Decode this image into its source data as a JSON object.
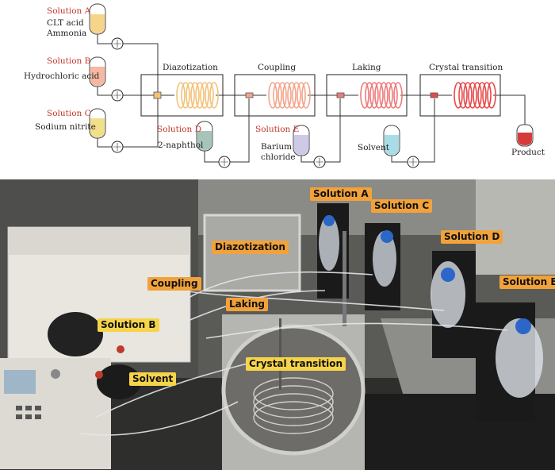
{
  "schematic": {
    "solutions": [
      {
        "name": "Solution A",
        "contents": [
          "CLT acid",
          "Ammonia"
        ],
        "fill": "#f6d48a"
      },
      {
        "name": "Solution B",
        "contents": [
          "Hydrochloric acid"
        ],
        "fill": "#f6b8a0"
      },
      {
        "name": "Solution C",
        "contents": [
          "Sodium nitrite"
        ],
        "fill": "#f2df8a"
      },
      {
        "name": "Solution D",
        "contents": [
          "2-naphthol"
        ],
        "fill": "#a7c4b8"
      },
      {
        "name": "Solution E",
        "contents": [
          "Barium",
          "chloride"
        ],
        "fill": "#cfc9e8"
      }
    ],
    "solvent": {
      "label": "Solvent",
      "fill": "#a8dde8"
    },
    "product": {
      "label": "Product",
      "fill": "#d83a3a"
    },
    "stages": [
      {
        "label": "Diazotization",
        "coil_color": "#f3c277"
      },
      {
        "label": "Coupling",
        "coil_color": "#f4a48b"
      },
      {
        "label": "Laking",
        "coil_color": "#f07a7a"
      },
      {
        "label": "Crystal transition",
        "coil_color": "#e84848"
      }
    ],
    "label_red": "#c0392b"
  },
  "photo": {
    "labels": {
      "solution_a": "Solution A",
      "solution_c": "Solution C",
      "solution_d": "Solution D",
      "solution_e": "Solution E",
      "solution_b": "Solution B",
      "diazotization": "Diazotization",
      "coupling": "Coupling",
      "laking": "Laking",
      "crystal_transition": "Crystal transition",
      "solvent": "Solvent"
    },
    "colors": {
      "orange": "#f2a23a",
      "yellow": "#f6d44a"
    }
  }
}
